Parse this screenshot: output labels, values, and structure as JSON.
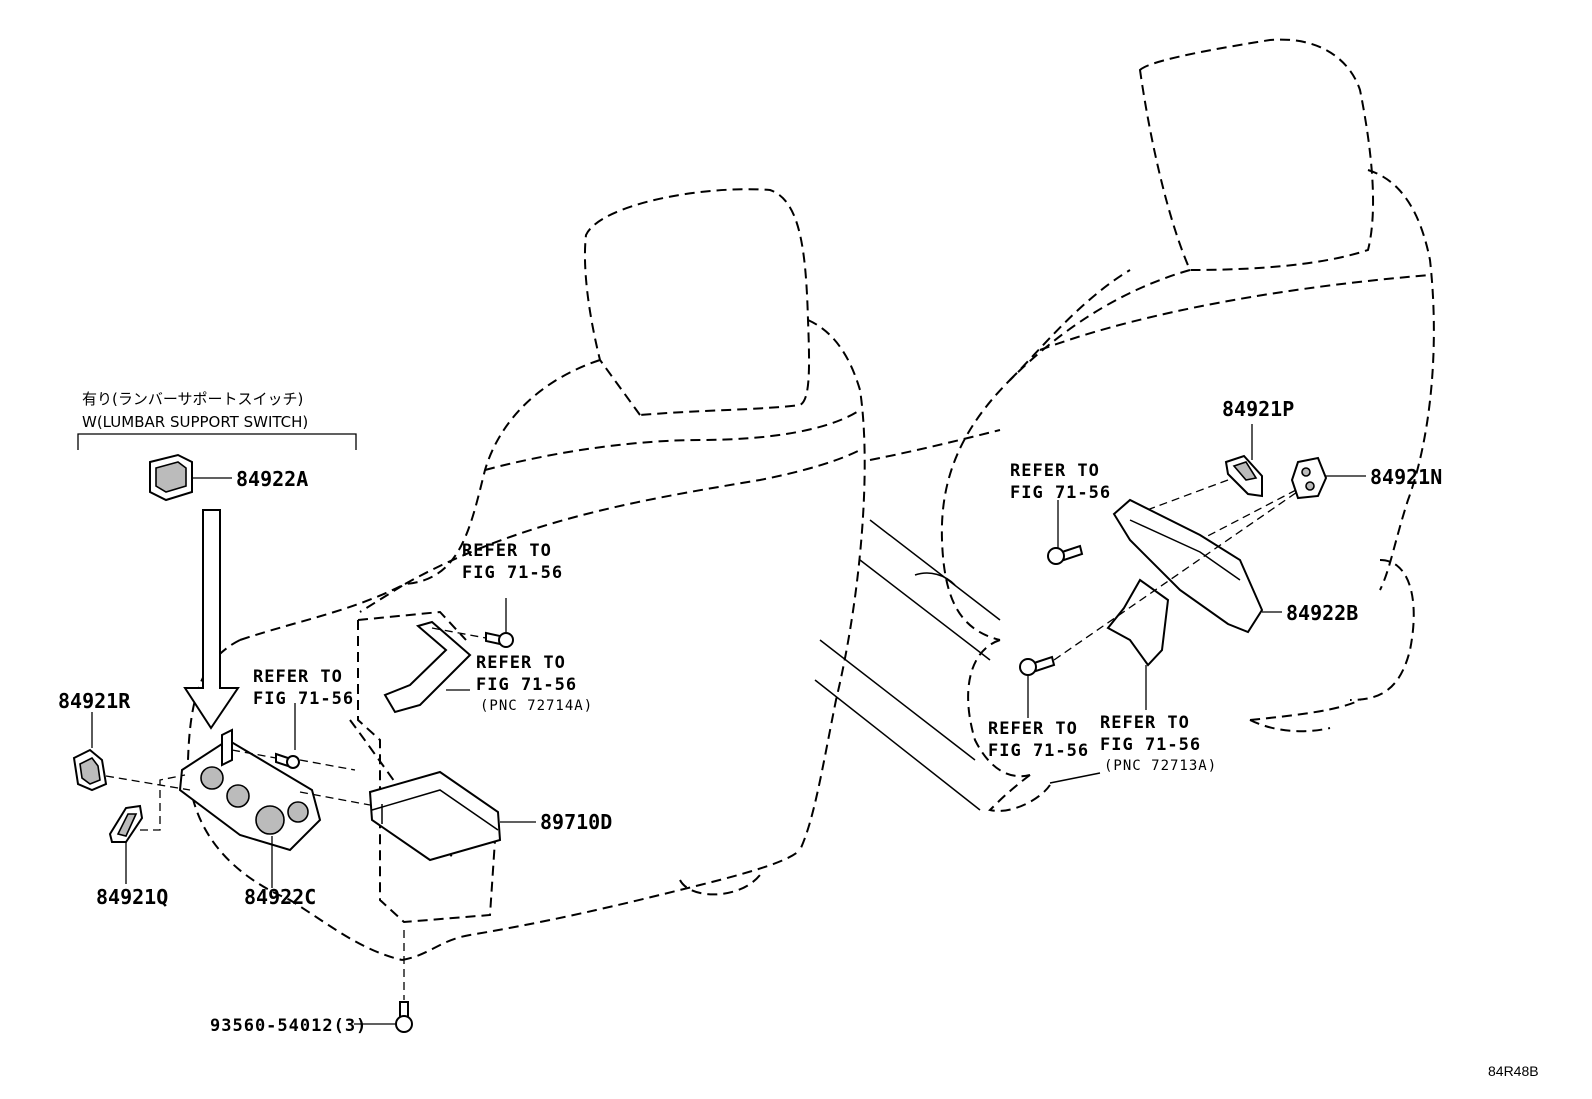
{
  "condition": {
    "japanese": "有り(ランバーサポートスイッチ)",
    "english": "W(LUMBAR SUPPORT SWITCH)"
  },
  "parts": {
    "p84922A": "84922A",
    "p84921R": "84921R",
    "p84921Q": "84921Q",
    "p84922C": "84922C",
    "p89710D": "89710D",
    "p84921P": "84921P",
    "p84921N": "84921N",
    "p84922B": "84922B",
    "p93560": "93560-54012(3)"
  },
  "refs": {
    "line1": "REFER TO",
    "line2": "FIG 71-56",
    "pnc_a": "(PNC 72714A)",
    "pnc_b": "(PNC 72713A)"
  },
  "diagram_code": "84R48B"
}
